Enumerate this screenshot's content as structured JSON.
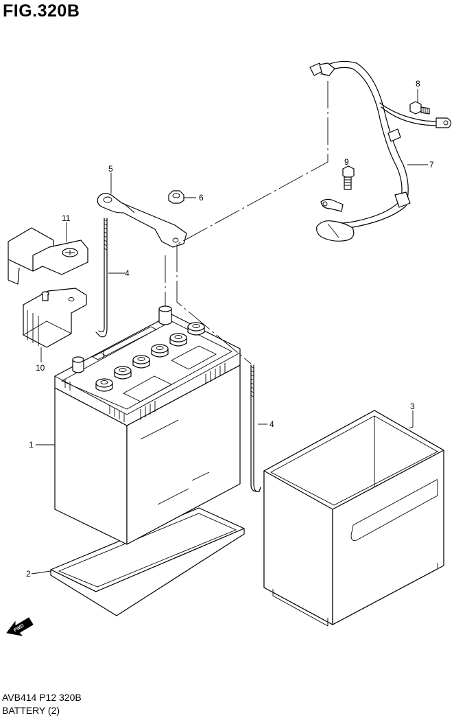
{
  "figure": {
    "title": "FIG.320B",
    "model_code": "AVB414 P12 320B",
    "section_name": "BATTERY (2)"
  },
  "direction_indicator": {
    "label": "FWD"
  },
  "callouts": [
    {
      "id": "1",
      "label": "1"
    },
    {
      "id": "2",
      "label": "2"
    },
    {
      "id": "3",
      "label": "3"
    },
    {
      "id": "4a",
      "label": "4"
    },
    {
      "id": "4b",
      "label": "4"
    },
    {
      "id": "5",
      "label": "5"
    },
    {
      "id": "6",
      "label": "6"
    },
    {
      "id": "7",
      "label": "7"
    },
    {
      "id": "8",
      "label": "8"
    },
    {
      "id": "9",
      "label": "9"
    },
    {
      "id": "10",
      "label": "10"
    },
    {
      "id": "11",
      "label": "11"
    }
  ]
}
